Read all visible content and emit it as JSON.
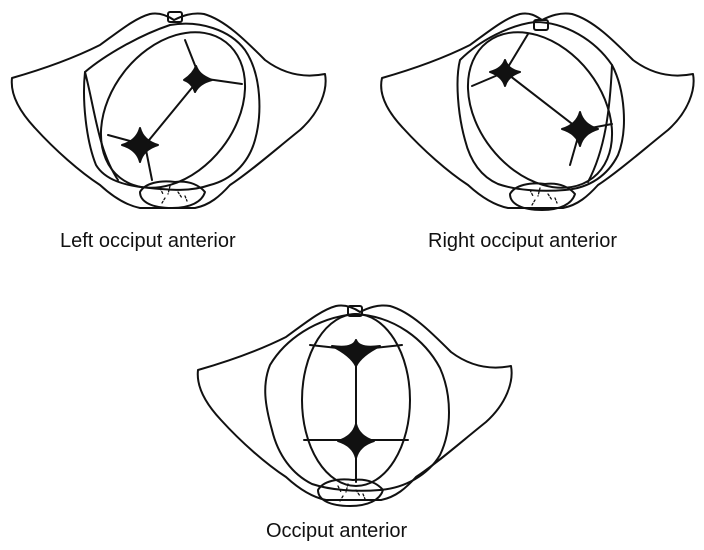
{
  "figures": [
    {
      "id": "loa",
      "label": "Left occiput anterior"
    },
    {
      "id": "roa",
      "label": "Right occiput anterior"
    },
    {
      "id": "oa",
      "label": "Occiput anterior"
    }
  ],
  "colors": {
    "line": "#111111",
    "fill": "#ffffff",
    "fontanelle": "#111111"
  }
}
